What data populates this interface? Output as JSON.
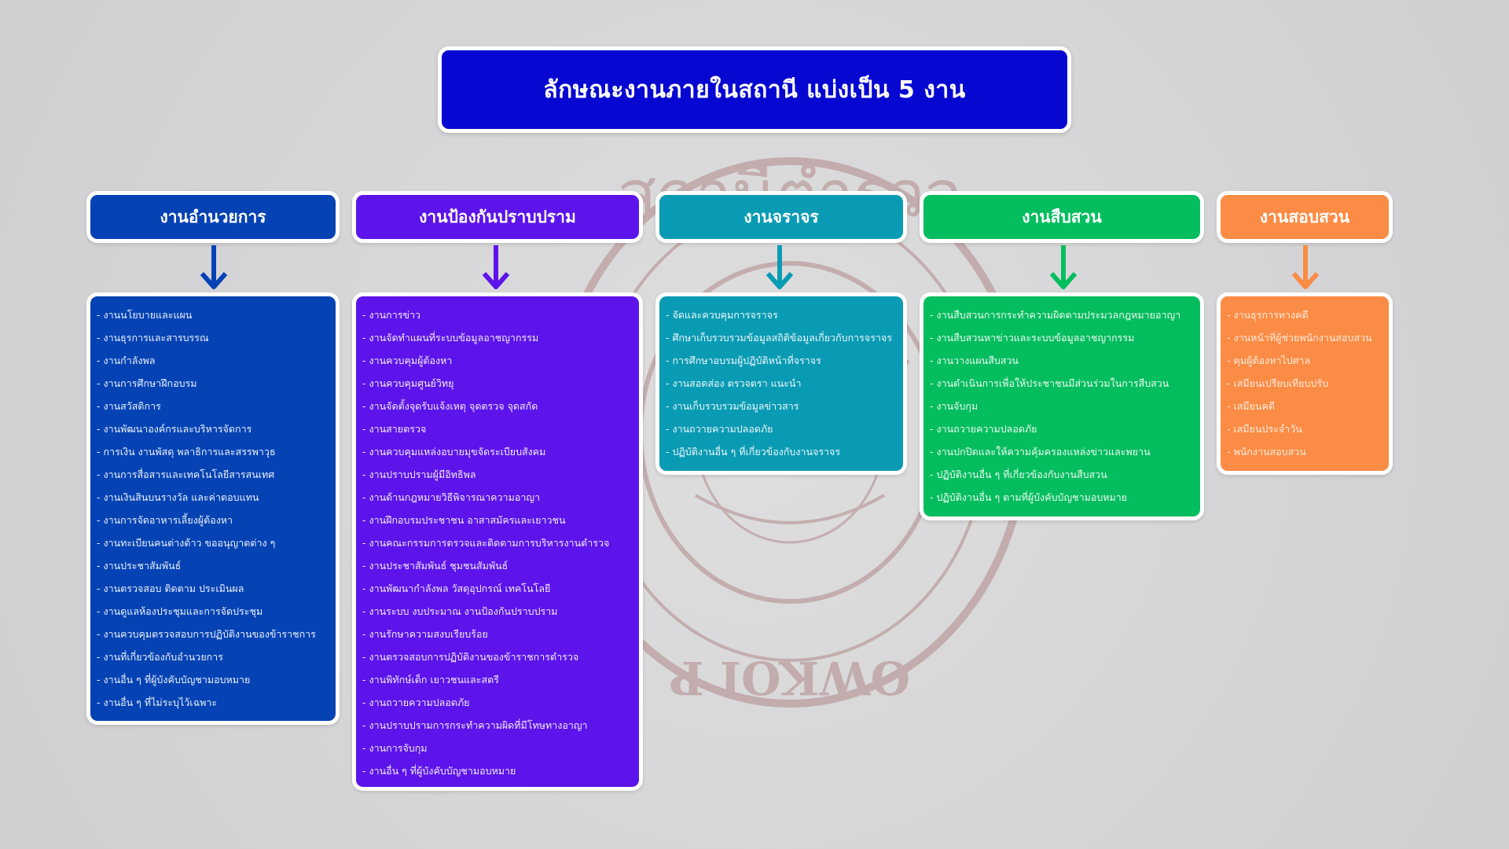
{
  "title": "ลักษณะงานภายในสถานี แบ่งเป็น 5 งาน",
  "emblem": {
    "ring_text": "สถานีตำรวจ",
    "bottom_text": "OWKOI P"
  },
  "columns": [
    {
      "title": "งานอำนวยการ",
      "color": "#0543b4",
      "items": [
        "- งานนโยบายและแผน",
        "- งานธุรการและสารบรรณ",
        "- งานกำลังพล",
        "- งานการศึกษาฝึกอบรม",
        "- งานสวัสดิการ",
        "- งานพัฒนาองค์กรและบริหารจัดการ",
        "- การเงิน งานพัสดุ พลาธิการและสรรพาวุธ",
        "- งานการสื่อสารและเทคโนโลยีสารสนเทศ",
        "- งานเงินสินบนรางวัล และค่าตอบแทน",
        "- งานการจัดอาหารเลี้ยงผู้ต้องหา",
        "- งานทะเบียนคนต่างด้าว ขออนุญาตต่าง ๆ",
        "- งานประชาสัมพันธ์",
        "- งานตรวจสอบ ติดตาม ประเมินผล",
        "- งานดูแลห้องประชุมและการจัดประชุม",
        "- งานควบคุมตรวจสอบการปฏิบัติงานของข้าราชการ",
        "- งานที่เกี่ยวข้องกับอำนวยการ",
        "- งานอื่น ๆ ที่ผู้บังคับบัญชามอบหมาย",
        "- งานอื่น ๆ ที่ไม่ระบุไว้เฉพาะ"
      ]
    },
    {
      "title": "งานป้องกันปราบปราม",
      "color": "#5d14ea",
      "items": [
        "- งานการข่าว",
        "- งานจัดทำแผนที่ระบบข้อมูลอาชญากรรม",
        "- งานควบคุมผู้ต้องหา",
        "- งานควบคุมศูนย์วิทยุ",
        "- งานจัดตั้งจุดรับแจ้งเหตุ จุดตรวจ จุดสกัด",
        "- งานสายตรวจ",
        "- งานควบคุมแหล่งอบายมุขจัดระเบียบสังคม",
        "- งานปราบปรามผู้มีอิทธิพล",
        "- งานด้านกฎหมายวิธีพิจารณาความอาญา",
        "- งานฝึกอบรมประชาชน อาสาสมัครและเยาวชน",
        "- งานคณะกรรมการตรวจและติดตามการบริหารงานตำรวจ",
        "- งานประชาสัมพันธ์ ชุมชนสัมพันธ์",
        "- งานพัฒนากำลังพล วัสดุอุปกรณ์ เทคโนโลยี",
        "- งานระบบ งบประมาณ งานป้องกันปราบปราม",
        "- งานรักษาความสงบเรียบร้อย",
        "- งานตรวจสอบการปฏิบัติงานของข้าราชการตำรวจ",
        "- งานพิทักษ์เด็ก เยาวชนและสตรี",
        "- งานถวายความปลอดภัย",
        "- งานปราบปรามการกระทำความผิดที่มีโทษทางอาญา",
        "- งานการจับกุม",
        "- งานอื่น ๆ ที่ผู้บังคับบัญชามอบหมาย"
      ]
    },
    {
      "title": "งานจราจร",
      "color": "#0a9bb4",
      "items": [
        "- จัดและควบคุมการจราจร",
        "- ศึกษาเก็บรวบรวมข้อมูลสถิติข้อมูลเกี่ยวกับการจราจร",
        "- การศึกษาอบรมผู้ปฏิบัติหน้าที่จราจร",
        "- งานสอดส่อง ตรวจตรา แนะนำ",
        "- งานเก็บรวบรวมข้อมูลข่าวสาร",
        "- งานถวายความปลอดภัย",
        "- ปฏิบัติงานอื่น ๆ ที่เกี่ยวข้องกับงานจราจร"
      ]
    },
    {
      "title": "งานสืบสวน",
      "color": "#04bd5e",
      "items": [
        "- งานสืบสวนการกระทำความผิดตามประมวลกฎหมายอาญา",
        "- งานสืบสวนหาข่าวและระบบข้อมูลอาชญากรรม",
        "- งานวางแผนสืบสวน",
        "- งานดำเนินการเพื่อให้ประชาชนมีส่วนร่วมในการสืบสวน",
        "- งานจับกุม",
        "- งานถวายความปลอดภัย",
        "- งานปกปิดและให้ความคุ้มครองแหล่งข่าวและพยาน",
        "- ปฏิบัติงานอื่น ๆ ที่เกี่ยวข้องกับงานสืบสวน",
        "- ปฏิบัติงานอื่น ๆ ตามที่ผู้บังคับบัญชามอบหมาย"
      ]
    },
    {
      "title": "งานสอบสวน",
      "color": "#fb8c45",
      "items": [
        "- งานธุรการทางคดี",
        "- งานหน้าที่ผู้ช่วยพนักงานสอบสวน",
        "- คุมผู้ต้องหาไปศาล",
        "- เสมียนเปรียบเทียบปรับ",
        "- เสมียนคดี",
        "- เสมียนประจำวัน",
        "- พนักงานสอบสวน"
      ]
    }
  ]
}
